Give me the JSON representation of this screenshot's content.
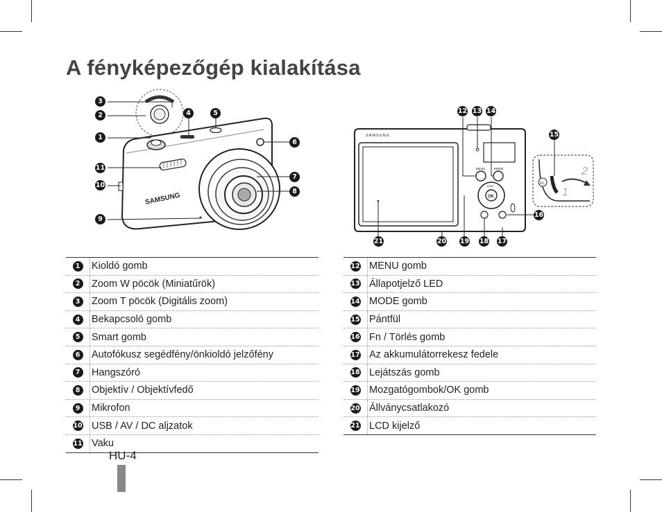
{
  "page": {
    "title": "A fényképezőgép kialakítása",
    "page_number": "HU-4"
  },
  "figure": {
    "brand_text": "SAMSUNG",
    "menu_button_label": "MENU",
    "mode_button_label": "MODE",
    "disp_label": "DISP",
    "ok_label": "OK",
    "fn_label": "Fn",
    "strap_step_1": "1",
    "strap_step_2": "2"
  },
  "callouts": [
    "1",
    "2",
    "3",
    "4",
    "5",
    "6",
    "7",
    "8",
    "9",
    "10",
    "11",
    "12",
    "13",
    "14",
    "15",
    "16",
    "17",
    "18",
    "19",
    "20",
    "21"
  ],
  "legend_left": [
    {
      "num": "1",
      "label": "Kioldó gomb"
    },
    {
      "num": "2",
      "label": "Zoom W pöcök (Miniatűrök)"
    },
    {
      "num": "3",
      "label": "Zoom T pöcök (Digitális zoom)"
    },
    {
      "num": "4",
      "label": "Bekapcsoló gomb"
    },
    {
      "num": "5",
      "label": "Smart gomb"
    },
    {
      "num": "6",
      "label": "Autofókusz segédfény/önkioldó jelzőfény"
    },
    {
      "num": "7",
      "label": "Hangszóró"
    },
    {
      "num": "8",
      "label": "Objektív / Objektívfedő"
    },
    {
      "num": "9",
      "label": "Mikrofon"
    },
    {
      "num": "10",
      "label": "USB / AV / DC aljzatok"
    },
    {
      "num": "11",
      "label": "Vaku"
    }
  ],
  "legend_right": [
    {
      "num": "12",
      "label": "MENU gomb"
    },
    {
      "num": "13",
      "label": "Állapotjelző LED"
    },
    {
      "num": "14",
      "label": "MODE gomb"
    },
    {
      "num": "15",
      "label": "Pántfül"
    },
    {
      "num": "16",
      "label": "Fn / Törlés gomb"
    },
    {
      "num": "17",
      "label": "Az akkumulátorrekesz fedele"
    },
    {
      "num": "18",
      "label": "Lejátszás gomb"
    },
    {
      "num": "19",
      "label": "Mozgatógombok/OK gomb"
    },
    {
      "num": "20",
      "label": "Állványcsatlakozó"
    },
    {
      "num": "21",
      "label": "LCD kijelző"
    }
  ]
}
